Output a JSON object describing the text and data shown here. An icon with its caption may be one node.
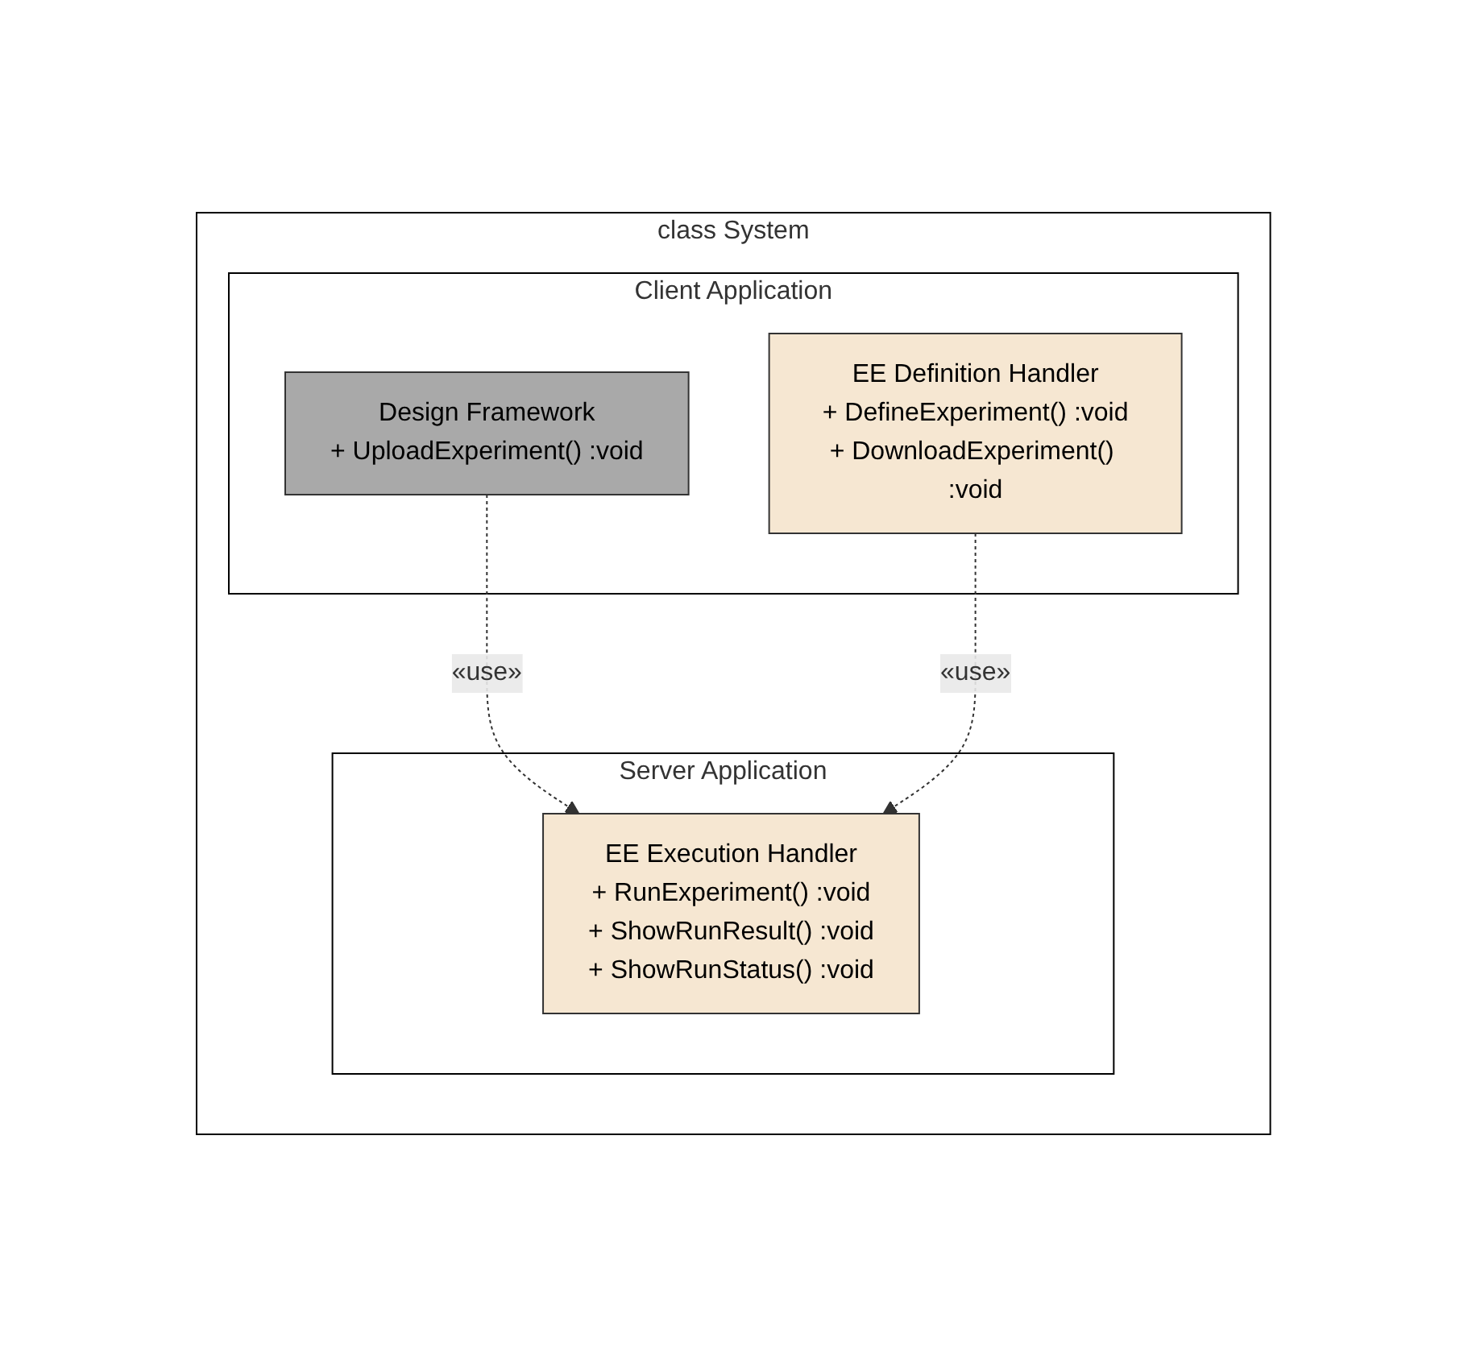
{
  "diagram": {
    "nodes": [
      {
        "text": [
          "class System"
        ]
      },
      {
        "text": [
          "Client Application"
        ],
        "in": 0
      },
      {
        "text": [
          "Server Application"
        ],
        "in": 0
      },
      {
        "text": [
          "Design Framework",
          "+ UploadExperiment() :void"
        ],
        "in": 1
      },
      {
        "text": [
          "EE Definition Handler",
          "+ DefineExperiment() :void",
          "+ DownloadExperiment() :void"
        ],
        "in": 1
      },
      {
        "text": [
          "EE Execution Handler",
          "+ RunExperiment() :void",
          "+ ShowRunResult() :void",
          "+ ShowRunStatus() :void"
        ],
        "in": 2
      }
    ],
    "edges": [
      {
        "from": 3,
        "to": 5,
        "arrow": "to",
        "label": "«use»",
        "style": "dashed"
      },
      {
        "from": 4,
        "to": 5,
        "arrow": "to",
        "label": "«use»",
        "style": "dashed"
      }
    ]
  }
}
